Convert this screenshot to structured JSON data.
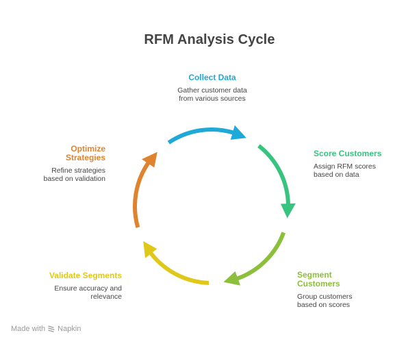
{
  "title": "RFM Analysis Cycle",
  "steps": [
    {
      "label": "Collect Data",
      "description_lines": [
        "Gather customer data",
        "from various sources"
      ],
      "color": "#1fa9d8"
    },
    {
      "label": "Score Customers",
      "description_lines": [
        "Assign RFM scores",
        "based on data"
      ],
      "color": "#36c47f"
    },
    {
      "label_lines": [
        "Segment",
        "Customers"
      ],
      "label": "Segment Customers",
      "description_lines": [
        "Group customers",
        "based on scores"
      ],
      "color": "#8cbf3a"
    },
    {
      "label": "Validate Segments",
      "description_lines": [
        "Ensure accuracy and",
        "relevance"
      ],
      "color": "#e0c81a"
    },
    {
      "label_lines": [
        "Optimize",
        "Strategies"
      ],
      "label": "Optimize Strategies",
      "description_lines": [
        "Refine strategies",
        "based on validation"
      ],
      "color": "#e0832f"
    }
  ],
  "footer": {
    "made_with": "Made with",
    "brand": "Napkin"
  }
}
